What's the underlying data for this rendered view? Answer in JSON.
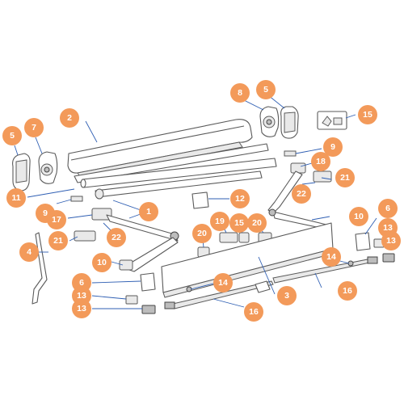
{
  "colors": {
    "callout_fill": "#f39a5a",
    "callout_text": "#ffffff",
    "leader_line": "#2f5fb3",
    "part_outline": "#5a5a5a"
  },
  "callouts": [
    {
      "label": "2"
    },
    {
      "label": "5"
    },
    {
      "label": "7"
    },
    {
      "label": "8"
    },
    {
      "label": "5"
    },
    {
      "label": "15"
    },
    {
      "label": "9"
    },
    {
      "label": "18"
    },
    {
      "label": "21"
    },
    {
      "label": "22"
    },
    {
      "label": "11"
    },
    {
      "label": "9"
    },
    {
      "label": "12"
    },
    {
      "label": "1"
    },
    {
      "label": "17"
    },
    {
      "label": "21"
    },
    {
      "label": "22"
    },
    {
      "label": "19"
    },
    {
      "label": "15"
    },
    {
      "label": "20"
    },
    {
      "label": "10"
    },
    {
      "label": "6"
    },
    {
      "label": "13"
    },
    {
      "label": "13"
    },
    {
      "label": "4"
    },
    {
      "label": "20"
    },
    {
      "label": "10"
    },
    {
      "label": "14"
    },
    {
      "label": "6"
    },
    {
      "label": "14"
    },
    {
      "label": "3"
    },
    {
      "label": "16"
    },
    {
      "label": "13"
    },
    {
      "label": "13"
    },
    {
      "label": "16"
    }
  ]
}
